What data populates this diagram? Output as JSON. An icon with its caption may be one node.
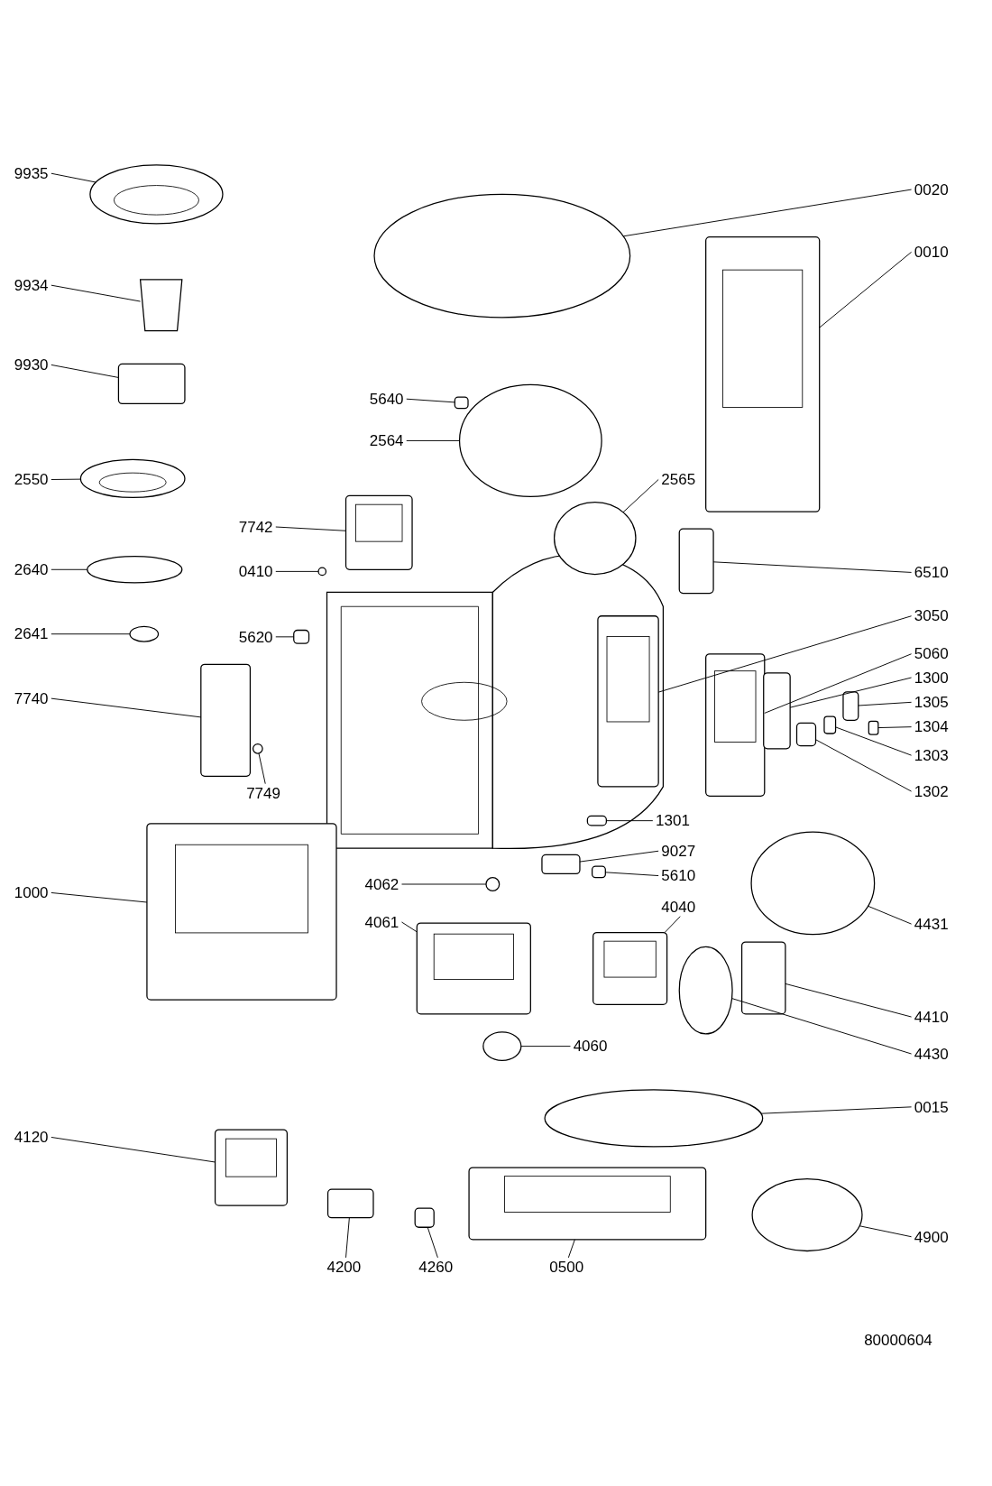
{
  "diagram": {
    "nodes": [
      {
        "text": [
          "9935"
        ]
      },
      {
        "text": [],
        "shape": "ring"
      },
      {
        "text": [
          "0020"
        ]
      },
      {
        "text": [],
        "shape": "ellipse"
      },
      {
        "text": [
          "0010"
        ]
      },
      {
        "text": [],
        "shape": "box"
      },
      {
        "text": [
          "9934"
        ]
      },
      {
        "text": [],
        "shape": "trapezoid"
      },
      {
        "text": [
          "9930"
        ]
      },
      {
        "text": [],
        "shape": "box"
      },
      {
        "text": [
          "5640"
        ]
      },
      {
        "text": [],
        "shape": "box"
      },
      {
        "text": [
          "2564"
        ]
      },
      {
        "text": [],
        "shape": "ellipse"
      },
      {
        "text": [
          "2550"
        ]
      },
      {
        "text": [],
        "shape": "ring"
      },
      {
        "text": [
          "2565"
        ]
      },
      {
        "text": [],
        "shape": "ellipse"
      },
      {
        "text": [
          "7742"
        ]
      },
      {
        "text": [],
        "shape": "box"
      },
      {
        "text": [
          "2640"
        ]
      },
      {
        "text": [],
        "shape": "ellipse"
      },
      {
        "text": [
          "0410"
        ]
      },
      {
        "text": [],
        "shape": "ellipse"
      },
      {
        "text": [
          "6510"
        ]
      },
      {
        "text": [],
        "shape": "box"
      },
      {
        "text": [
          "3050"
        ]
      },
      {
        "text": [],
        "shape": "box"
      },
      {
        "text": [
          "2641"
        ]
      },
      {
        "text": [],
        "shape": "ellipse"
      },
      {
        "text": [
          "5620"
        ]
      },
      {
        "text": [],
        "shape": "box"
      },
      {
        "text": [
          "5060"
        ]
      },
      {
        "text": [],
        "shape": "box"
      },
      {
        "text": [
          "1300"
        ]
      },
      {
        "text": [],
        "shape": "box"
      },
      {
        "text": [
          "7740"
        ]
      },
      {
        "text": [],
        "shape": "box"
      },
      {
        "text": [
          "1305"
        ]
      },
      {
        "text": [],
        "shape": "box"
      },
      {
        "text": [
          "1304"
        ]
      },
      {
        "text": [],
        "shape": "box"
      },
      {
        "text": [
          "1303"
        ]
      },
      {
        "text": [],
        "shape": "box"
      },
      {
        "text": [
          "1302"
        ]
      },
      {
        "text": [],
        "shape": "box"
      },
      {
        "text": [
          "7749"
        ]
      },
      {
        "text": [],
        "shape": "ellipse"
      },
      {
        "text": [
          "1301"
        ]
      },
      {
        "text": [],
        "shape": "box"
      },
      {
        "text": [
          "9027"
        ]
      },
      {
        "text": [],
        "shape": "box"
      },
      {
        "text": [
          "5610"
        ]
      },
      {
        "text": [],
        "shape": "box"
      },
      {
        "text": [
          "4062"
        ]
      },
      {
        "text": [],
        "shape": "ellipse"
      },
      {
        "text": [
          "1000"
        ]
      },
      {
        "text": [],
        "shape": "box"
      },
      {
        "text": [
          "4040"
        ]
      },
      {
        "text": [],
        "shape": "box"
      },
      {
        "text": [
          "4061"
        ]
      },
      {
        "text": [],
        "shape": "box"
      },
      {
        "text": [
          "4431"
        ]
      },
      {
        "text": [],
        "shape": "ellipse"
      },
      {
        "text": [
          "4410"
        ]
      },
      {
        "text": [],
        "shape": "box"
      },
      {
        "text": [
          "4060"
        ]
      },
      {
        "text": [],
        "shape": "ellipse"
      },
      {
        "text": [
          "4430"
        ]
      },
      {
        "text": [],
        "shape": "ellipse"
      },
      {
        "text": [
          "0015"
        ]
      },
      {
        "text": [],
        "shape": "ellipse"
      },
      {
        "text": [
          "4120"
        ]
      },
      {
        "text": [],
        "shape": "box"
      },
      {
        "text": [
          "4900"
        ]
      },
      {
        "text": [],
        "shape": "ellipse"
      },
      {
        "text": [
          "4200"
        ]
      },
      {
        "text": [],
        "shape": "box"
      },
      {
        "text": [
          "4260"
        ]
      },
      {
        "text": [],
        "shape": "box"
      },
      {
        "text": [
          "0500"
        ]
      },
      {
        "text": [],
        "shape": "box"
      }
    ],
    "edges": [
      {
        "from": 0,
        "to": 1,
        "arrow": "none"
      },
      {
        "from": 2,
        "to": 3,
        "arrow": "none"
      },
      {
        "from": 4,
        "to": 5,
        "arrow": "none"
      },
      {
        "from": 6,
        "to": 7,
        "arrow": "none"
      },
      {
        "from": 8,
        "to": 9,
        "arrow": "none"
      },
      {
        "from": 10,
        "to": 11,
        "arrow": "none"
      },
      {
        "from": 12,
        "to": 13,
        "arrow": "none"
      },
      {
        "from": 14,
        "to": 15,
        "arrow": "none"
      },
      {
        "from": 16,
        "to": 17,
        "arrow": "none"
      },
      {
        "from": 18,
        "to": 19,
        "arrow": "none"
      },
      {
        "from": 20,
        "to": 21,
        "arrow": "none"
      },
      {
        "from": 22,
        "to": 23,
        "arrow": "none"
      },
      {
        "from": 24,
        "to": 25,
        "arrow": "none"
      },
      {
        "from": 26,
        "to": 27,
        "arrow": "none"
      },
      {
        "from": 28,
        "to": 29,
        "arrow": "none"
      },
      {
        "from": 30,
        "to": 31,
        "arrow": "none"
      },
      {
        "from": 32,
        "to": 33,
        "arrow": "none"
      },
      {
        "from": 34,
        "to": 35,
        "arrow": "none"
      },
      {
        "from": 36,
        "to": 37,
        "arrow": "none"
      },
      {
        "from": 38,
        "to": 39,
        "arrow": "none"
      },
      {
        "from": 40,
        "to": 41,
        "arrow": "none"
      },
      {
        "from": 42,
        "to": 43,
        "arrow": "none"
      },
      {
        "from": 44,
        "to": 45,
        "arrow": "none"
      },
      {
        "from": 46,
        "to": 47,
        "arrow": "none"
      },
      {
        "from": 48,
        "to": 49,
        "arrow": "none"
      },
      {
        "from": 50,
        "to": 51,
        "arrow": "none"
      },
      {
        "from": 52,
        "to": 53,
        "arrow": "none"
      },
      {
        "from": 54,
        "to": 55,
        "arrow": "none"
      },
      {
        "from": 56,
        "to": 57,
        "arrow": "none"
      },
      {
        "from": 58,
        "to": 59,
        "arrow": "none"
      },
      {
        "from": 60,
        "to": 61,
        "arrow": "none"
      },
      {
        "from": 62,
        "to": 63,
        "arrow": "none"
      },
      {
        "from": 64,
        "to": 65,
        "arrow": "none"
      },
      {
        "from": 66,
        "to": 67,
        "arrow": "none"
      },
      {
        "from": 68,
        "to": 69,
        "arrow": "none"
      },
      {
        "from": 70,
        "to": 71,
        "arrow": "none"
      },
      {
        "from": 72,
        "to": 73,
        "arrow": "none"
      },
      {
        "from": 74,
        "to": 75,
        "arrow": "none"
      },
      {
        "from": 76,
        "to": 77,
        "arrow": "none"
      },
      {
        "from": 78,
        "to": 79,
        "arrow": "none"
      },
      {
        "from": 80,
        "to": 81,
        "arrow": "none"
      }
    ],
    "labels": [
      "80000604"
    ]
  }
}
